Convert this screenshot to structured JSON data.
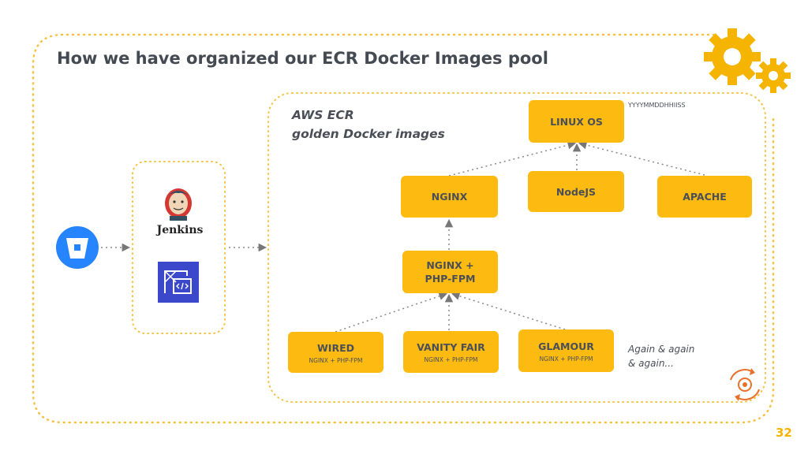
{
  "title": "How we have organized our ECR Docker Images pool",
  "ecr_caption": [
    "AWS ECR",
    "golden Docker images"
  ],
  "timestamp_format": "YYYYMMDDHHIISS",
  "nodes": {
    "linux_os": {
      "label": "LINUX OS"
    },
    "nginx": {
      "label": "NGINX"
    },
    "nodejs": {
      "label": "NodeJS"
    },
    "apache": {
      "label": "APACHE"
    },
    "nginx_php": {
      "label": [
        "NGINX +",
        "PHP-FPM"
      ]
    },
    "wired": {
      "label": "WIRED",
      "sub": "NGINX + PHP-FPM"
    },
    "vanity_fair": {
      "label": "VANITY FAIR",
      "sub": "NGINX + PHP-FPM"
    },
    "glamour": {
      "label": "GLAMOUR",
      "sub": "NGINX + PHP-FPM"
    }
  },
  "repeat_note": [
    "Again & again",
    "& again..."
  ],
  "jenkins_label": "Jenkins",
  "page_number": "32",
  "icons": [
    "bitbucket-icon",
    "jenkins-icon",
    "codebuild-icon",
    "gears-icon",
    "cycle-gear-icon"
  ],
  "colors": {
    "accent": "#fdbb12",
    "text": "#4a4f57",
    "bitbucket": "#2684ff",
    "codebuild": "#3b48cc"
  }
}
